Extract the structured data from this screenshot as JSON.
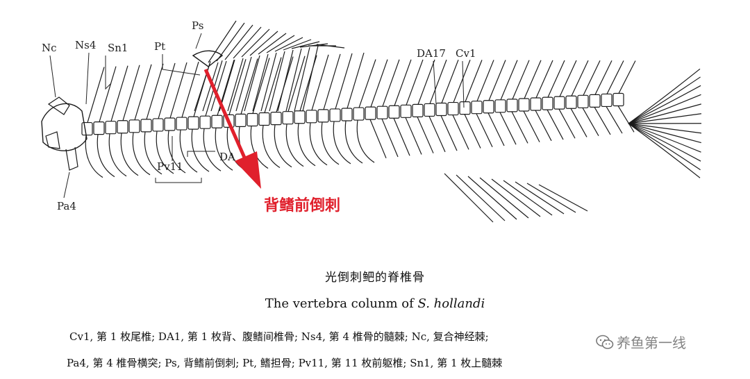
{
  "labels": {
    "nc": "Nc",
    "ns4": "Ns4",
    "sn1": "Sn1",
    "pt": "Pt",
    "ps": "Ps",
    "da17": "DA17",
    "cv1": "Cv1",
    "pv11": "Pv11",
    "da": "DA",
    "pa4": "Pa4"
  },
  "annotation": {
    "text": "背鳍前倒刺",
    "color": "#e0202c"
  },
  "caption": {
    "chinese_title": "光倒刺鲃的脊椎骨",
    "english_prefix": "The vertebra colunm of ",
    "english_species": "S. hollandi"
  },
  "legend": {
    "line1": "Cv1, 第 1 枚尾椎; DA1, 第 1 枚背、腹鳍间椎骨; Ns4, 第 4 椎骨的髓棘; Nc, 复合神经棘;",
    "line2": "Pa4, 第 4 椎骨横突; Ps, 背鳍前倒刺; Pt, 鳍担骨; Pv11, 第 11 枚前躯椎; Sn1, 第 1 枚上髓棘"
  },
  "watermark": {
    "text": "养鱼第一线",
    "icon": "wechat-icon"
  }
}
